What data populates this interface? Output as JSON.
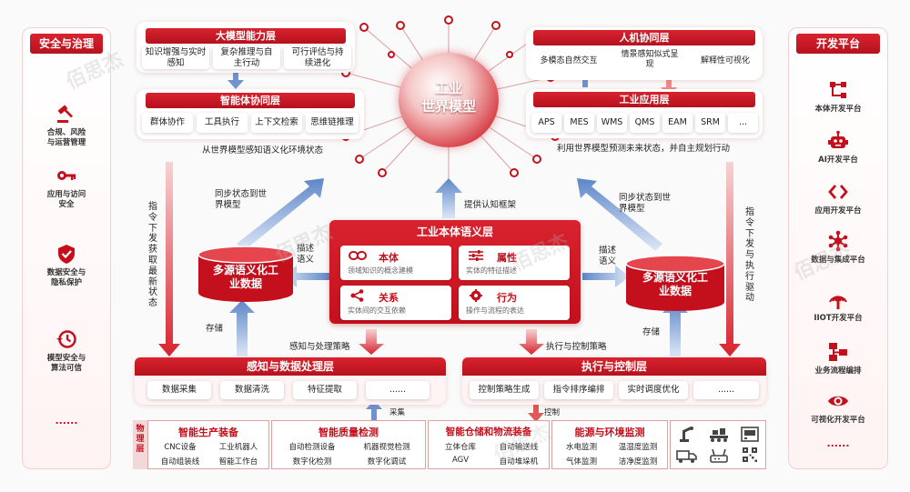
{
  "left_sidebar": {
    "title": "安全与治理",
    "items": [
      {
        "label": "合规、风险\n与运营管理",
        "icon": "gavel-icon"
      },
      {
        "label": "应用与访问\n安全",
        "icon": "key-icon"
      },
      {
        "label": "数据安全与\n隐私保护",
        "icon": "shield-check-icon"
      },
      {
        "label": "模型安全与\n算法可信",
        "icon": "history-icon"
      }
    ],
    "more": "......"
  },
  "right_sidebar": {
    "title": "开发平台",
    "items": [
      {
        "label": "本体开发平台",
        "icon": "hierarchy-icon"
      },
      {
        "label": "AI开发平台",
        "icon": "robot-icon"
      },
      {
        "label": "应用开发平台",
        "icon": "code-brackets-icon"
      },
      {
        "label": "数据与集成平台",
        "icon": "network-icon"
      },
      {
        "label": "IIOT开发平台",
        "icon": "signal-tower-icon"
      },
      {
        "label": "业务流程编排",
        "icon": "flow-icon"
      },
      {
        "label": "可视化开发平台",
        "icon": "eye-icon"
      }
    ],
    "more": "......"
  },
  "model_layer": {
    "title": "大模型能力层",
    "items": [
      "知识增强与实时\n感知",
      "复杂推理与自\n主行动",
      "可行评估与持\n续进化"
    ]
  },
  "agent_layer": {
    "title": "智能体协同层",
    "items": [
      "群体协作",
      "工具执行",
      "上下文检索",
      "思维链推理"
    ]
  },
  "human_layer": {
    "title": "人机协同层",
    "items": [
      "多模态自然交互",
      "情景感知似式呈\n现",
      "解释性可视化"
    ]
  },
  "app_layer": {
    "title": "工业应用层",
    "items": [
      "APS",
      "MES",
      "WMS",
      "QMS",
      "EAM",
      "SRM",
      "..."
    ]
  },
  "world_model": {
    "title": "工业\n世界模型"
  },
  "flow_labels": {
    "left_perceive": "从世界模型感知语义化环境状态",
    "right_predict": "利用世界模型预测未来状态，并自主规划行动",
    "sync_left": "同步状态到世\n界模型",
    "sync_right": "同步状态到世\n界模型",
    "provide_frame": "提供认知框架",
    "desc_left": "描述\n语义",
    "desc_right": "描述\n语义",
    "store_left": "存储",
    "store_right": "存储",
    "perceive_strategy": "感知与处理策略",
    "exec_strategy": "执行与控制策略",
    "collect": "采集",
    "control": "控制",
    "left_vertical": "指令下发获取最新状态",
    "right_vertical": "指令下发与执行驱动"
  },
  "ontology_layer": {
    "title": "工业本体语义层",
    "items": [
      {
        "title": "本体",
        "subtitle": "领域知识的概念建模",
        "icon": "link-icon"
      },
      {
        "title": "属性",
        "subtitle": "实体的特征描述",
        "icon": "sliders-icon"
      },
      {
        "title": "关系",
        "subtitle": "实体间的交互依赖",
        "icon": "share-icon"
      },
      {
        "title": "行为",
        "subtitle": "操作与流程的表达",
        "icon": "gear-brain-icon"
      }
    ]
  },
  "data_left": {
    "title": "多源语义化工\n业数据"
  },
  "data_right": {
    "title": "多源语义化工\n业数据"
  },
  "perception_layer": {
    "title": "感知与数据处理层",
    "items": [
      "数据采集",
      "数据清洗",
      "特征提取",
      "......"
    ]
  },
  "execution_layer": {
    "title": "执行与控制层",
    "items": [
      "控制策略生成",
      "指令排序编排",
      "实时调度优化",
      "......"
    ]
  },
  "physical_layer": {
    "label": "物\n理\n层",
    "groups": [
      {
        "title": "智能生产装备",
        "items": [
          "CNC设备",
          "工业机器人",
          "自动组装线",
          "智能工作台"
        ]
      },
      {
        "title": "智能质量检测",
        "items": [
          "自动检测设备",
          "机器视觉检测",
          "数字化检测",
          "数字化调试"
        ]
      },
      {
        "title": "智能仓储和物流装备",
        "items": [
          "立体仓库",
          "自动输送线",
          "AGV",
          "自动堆垛机"
        ]
      },
      {
        "title": "能源与环境监测",
        "items": [
          "水电监测",
          "温湿度监测",
          "气体监测",
          "洁净度监测"
        ]
      }
    ],
    "device_icons": [
      "robot-arm-icon",
      "conveyor-icon",
      "cnc-machine-icon",
      "truck-icon",
      "router-icon",
      "qr-code-icon"
    ]
  },
  "watermark": "佰思杰",
  "colors": {
    "accent": "#c4101c",
    "header": "#d8232f",
    "arrow_blue": "#6f93cf"
  }
}
